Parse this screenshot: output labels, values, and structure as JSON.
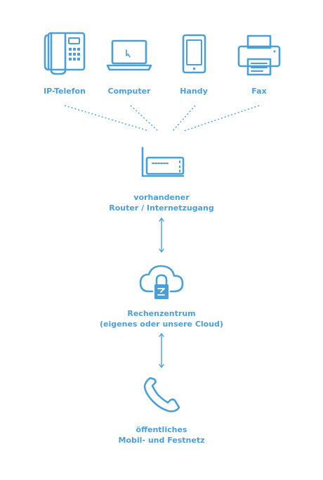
{
  "devices": [
    {
      "icon": "ip-phone-icon",
      "label": "IP-Telefon"
    },
    {
      "icon": "computer-icon",
      "label": "Computer"
    },
    {
      "icon": "handy-icon",
      "label": "Handy"
    },
    {
      "icon": "fax-icon",
      "label": "Fax"
    }
  ],
  "router": {
    "icon": "router-icon",
    "line1": "vorhandener",
    "line2": "Router / Internetzugang"
  },
  "datacenter": {
    "icon": "cloud-lock-icon",
    "line1": "Rechenzentrum",
    "line2": "(eigenes oder unsere Cloud)"
  },
  "network": {
    "icon": "phone-handset-icon",
    "line1": "öffentliches",
    "line2": "Mobil- und Festnetz"
  },
  "colors": {
    "accent": "#4a9fd8"
  }
}
